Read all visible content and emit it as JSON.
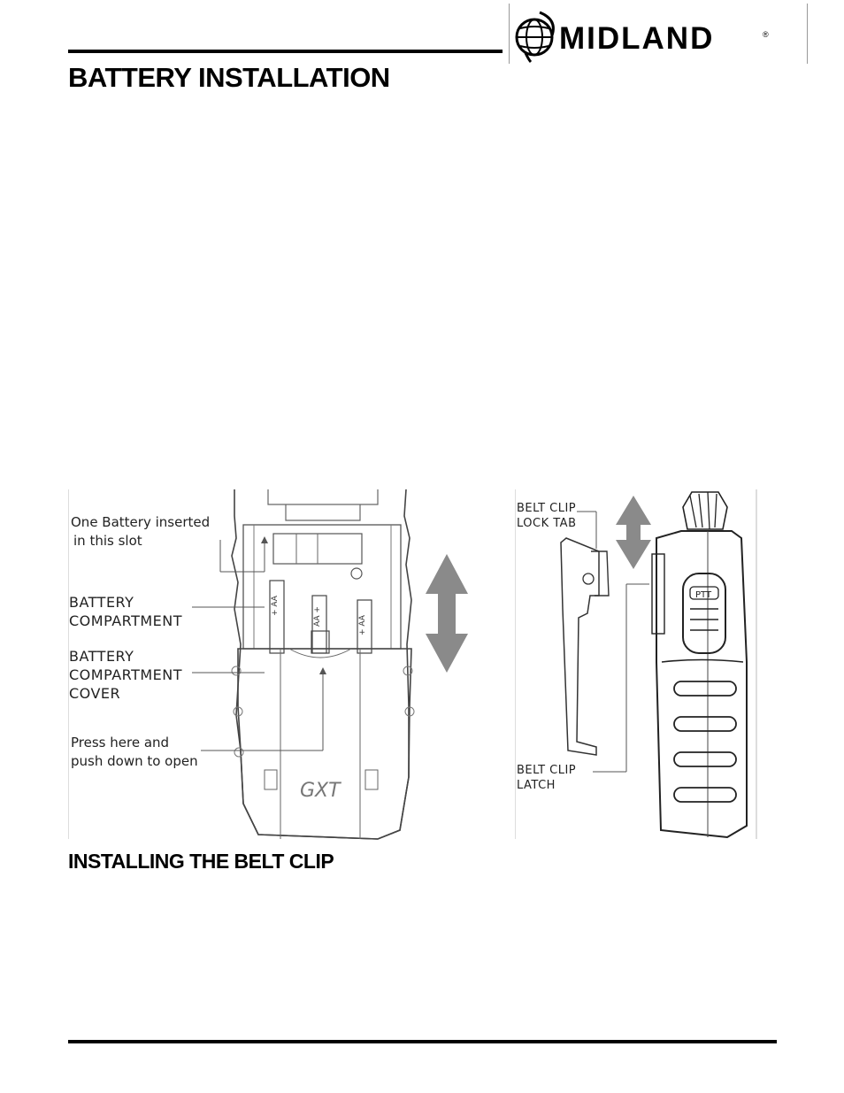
{
  "header": {
    "brand": "MIDLAND",
    "brand_registered": "®",
    "globe_icon": "globe-icon"
  },
  "page": {
    "title": "BATTERY INSTALLATION",
    "section_title": "INSTALLING THE BELT CLIP"
  },
  "figure_battery": {
    "label_slot_line1": "One Battery inserted",
    "label_slot_line2": "in this slot",
    "label_compartment_line1": "BATTERY",
    "label_compartment_line2": "COMPARTMENT",
    "label_cover_line1": "BATTERY",
    "label_cover_line2": "COMPARTMENT",
    "label_cover_line3": "COVER",
    "label_press_line1": "Press here and",
    "label_press_line2": "push down to open",
    "cover_logo": "GXT"
  },
  "figure_beltclip": {
    "label_lock_line1": "BELT CLIP",
    "label_lock_line2": "LOCK TAB",
    "label_latch_line1": "BELT CLIP",
    "label_latch_line2": "LATCH",
    "ptt_label": "PTT"
  }
}
